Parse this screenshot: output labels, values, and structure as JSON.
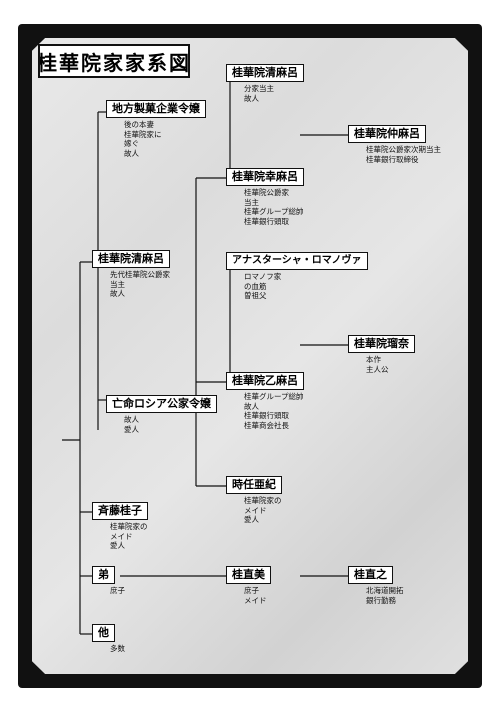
{
  "title": "桂華院家家系図",
  "nodes": {
    "chiho_sekkei": {
      "name": "地方製菓企業令嬢",
      "notes": [
        "後の本妻",
        "桂華院家に",
        "嫁ぐ",
        "故人"
      ]
    },
    "kiyomaro": {
      "name": "桂華院清麻呂",
      "notes": [
        "先代桂華院公爵家",
        "当主",
        "故人"
      ]
    },
    "itsumaro": {
      "name": "桂華院乙麻呂",
      "notes": [
        "桂華グループ総帥",
        "故人",
        "桂華銀行頭取",
        "桂華商会社長"
      ]
    },
    "ofuna": {
      "name": "亡命ロシア公家令嬢",
      "notes": [
        "故人",
        "愛人"
      ]
    },
    "saito": {
      "name": "斉藤桂子",
      "notes": [
        "桂華院家の",
        "メイド",
        "愛人"
      ]
    },
    "otouto": {
      "name": "弟",
      "notes": [
        "庶子"
      ]
    },
    "hoka": {
      "name": "他",
      "notes": [
        "多数"
      ]
    },
    "kibamaro": {
      "name": "桂華院幸麻呂",
      "notes": [
        "桂華院公爵家",
        "当主",
        "桂華グループ総帥",
        "桂華銀行頭取"
      ]
    },
    "kiyomaro2": {
      "name": "桂華院清麻呂",
      "notes": [
        "分家当主",
        "故人"
      ]
    },
    "nakamaro": {
      "name": "桂華院仲麻呂",
      "notes": [
        "桂華院公爵家次期当主",
        "桂華銀行取締役"
      ]
    },
    "yuka": {
      "name": "桂華院瑠奈",
      "notes": [
        "本作",
        "主人公"
      ]
    },
    "anastasia": {
      "name": "アナスターシャ・ロマノヴァ",
      "notes": [
        "ロマノフ家",
        "の血筋",
        "曽祖父"
      ]
    },
    "tokitou": {
      "name": "時任亜紀",
      "notes": [
        "桂華院家の",
        "メイド",
        "愛人"
      ]
    },
    "keisei": {
      "name": "桂直美",
      "notes": [
        "庶子",
        "メイド"
      ]
    },
    "keiji": {
      "name": "桂直之",
      "notes": [
        "北海道開拓",
        "銀行勤務"
      ]
    }
  }
}
